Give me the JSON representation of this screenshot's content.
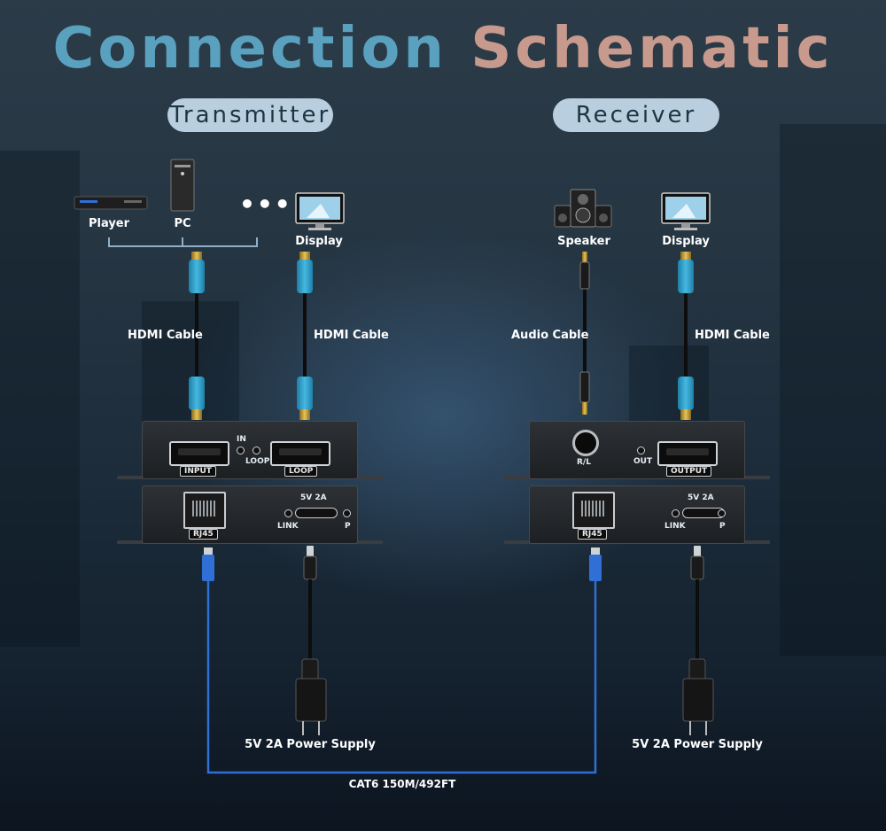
{
  "title": {
    "word1": "Connection",
    "word2": "Schematic"
  },
  "transmitter": {
    "label": "Transmitter",
    "sources": [
      "Player",
      "PC"
    ],
    "display_label": "Display",
    "cable_left": "HDMI Cable",
    "cable_right": "HDMI Cable",
    "port_input": "INPUT",
    "port_loop": "LOOP",
    "led_in": "IN",
    "led_loop": "LOOP",
    "port_rj45": "RJ45",
    "power_rating": "5V 2A",
    "led_link": "LINK",
    "led_p": "P",
    "power_supply": "5V 2A Power Supply"
  },
  "receiver": {
    "label": "Receiver",
    "speaker_label": "Speaker",
    "display_label": "Display",
    "cable_audio": "Audio Cable",
    "cable_hdmi": "HDMI Cable",
    "port_audio": "R/L",
    "led_out": "OUT",
    "port_output": "OUTPUT",
    "port_rj45": "RJ45",
    "power_rating": "5V 2A",
    "led_link": "LINK",
    "led_p": "P",
    "power_supply": "5V 2A Power Supply"
  },
  "link_cable": "CAT6 150M/492FT",
  "colors": {
    "title_left": "#5aa0bf",
    "title_right": "#c89a8d",
    "pill_bg": "#b9cfdf",
    "cat6_wire": "#2f6fd6",
    "hdmi_connector": "#3aa9d6"
  }
}
